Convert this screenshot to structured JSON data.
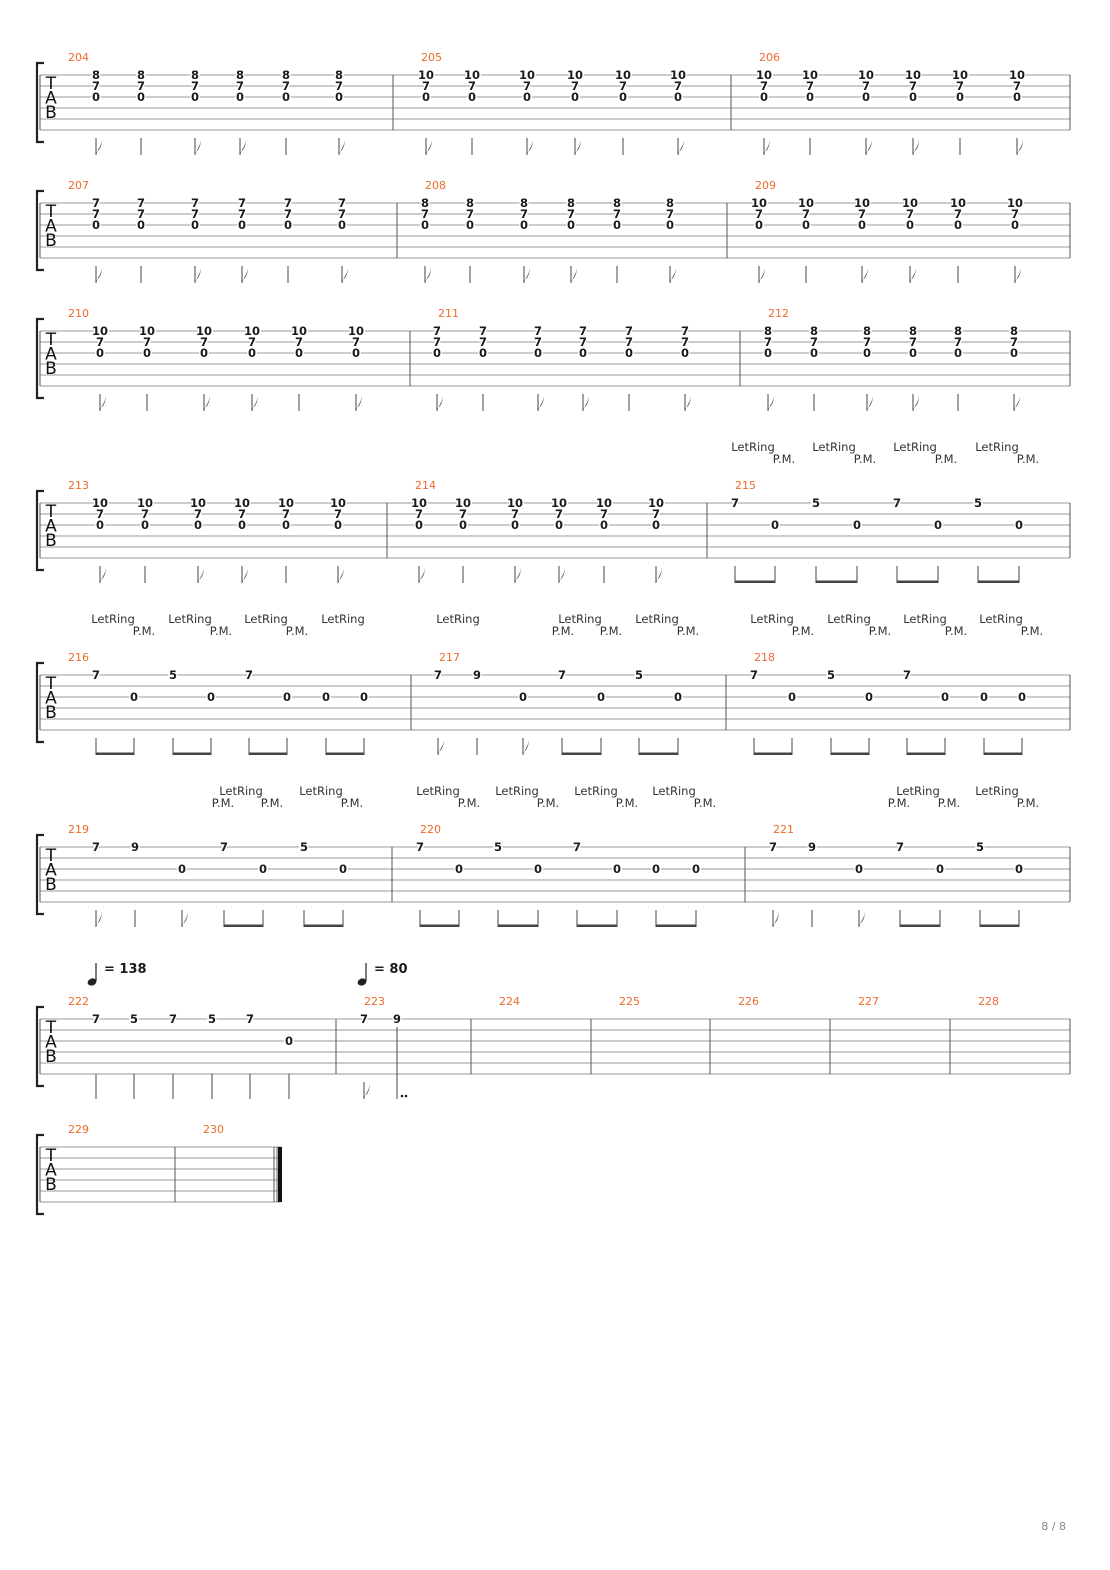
{
  "page": {
    "label": "8 / 8"
  },
  "tab_clef": [
    "T",
    "A",
    "B"
  ],
  "annotations": {
    "let_ring": "LetRing",
    "palm_mute": "P.M."
  },
  "tempos": [
    {
      "measure": 222,
      "text": "= 138"
    },
    {
      "measure": 223,
      "text": "= 80"
    }
  ],
  "systems": [
    {
      "measures": [
        {
          "number": "204",
          "notes": [
            [
              "8",
              "7",
              "0"
            ],
            [
              "8",
              "7",
              "0"
            ],
            [
              "8",
              "7",
              "0"
            ],
            [
              "8",
              "7",
              "0"
            ],
            [
              "8",
              "7",
              "0"
            ],
            [
              "8",
              "7",
              "0"
            ]
          ]
        },
        {
          "number": "205",
          "notes": [
            [
              "10",
              "7",
              "0"
            ],
            [
              "10",
              "7",
              "0"
            ],
            [
              "10",
              "7",
              "0"
            ],
            [
              "10",
              "7",
              "0"
            ],
            [
              "10",
              "7",
              "0"
            ],
            [
              "10",
              "7",
              "0"
            ]
          ]
        },
        {
          "number": "206",
          "notes": [
            [
              "10",
              "7",
              "0"
            ],
            [
              "10",
              "7",
              "0"
            ],
            [
              "10",
              "7",
              "0"
            ],
            [
              "10",
              "7",
              "0"
            ],
            [
              "10",
              "7",
              "0"
            ],
            [
              "10",
              "7",
              "0"
            ]
          ]
        }
      ]
    },
    {
      "measures": [
        {
          "number": "207",
          "notes": [
            [
              "7",
              "7",
              "0"
            ],
            [
              "7",
              "7",
              "0"
            ],
            [
              "7",
              "7",
              "0"
            ],
            [
              "7",
              "7",
              "0"
            ],
            [
              "7",
              "7",
              "0"
            ],
            [
              "7",
              "7",
              "0"
            ]
          ]
        },
        {
          "number": "208",
          "notes": [
            [
              "8",
              "7",
              "0"
            ],
            [
              "8",
              "7",
              "0"
            ],
            [
              "8",
              "7",
              "0"
            ],
            [
              "8",
              "7",
              "0"
            ],
            [
              "8",
              "7",
              "0"
            ],
            [
              "8",
              "7",
              "0"
            ]
          ]
        },
        {
          "number": "209",
          "notes": [
            [
              "10",
              "7",
              "0"
            ],
            [
              "10",
              "7",
              "0"
            ],
            [
              "10",
              "7",
              "0"
            ],
            [
              "10",
              "7",
              "0"
            ],
            [
              "10",
              "7",
              "0"
            ],
            [
              "10",
              "7",
              "0"
            ]
          ]
        }
      ]
    },
    {
      "measures": [
        {
          "number": "210",
          "notes": [
            [
              "10",
              "7",
              "0"
            ],
            [
              "10",
              "7",
              "0"
            ],
            [
              "10",
              "7",
              "0"
            ],
            [
              "10",
              "7",
              "0"
            ],
            [
              "10",
              "7",
              "0"
            ],
            [
              "10",
              "7",
              "0"
            ]
          ]
        },
        {
          "number": "211",
          "notes": [
            [
              "7",
              "7",
              "0"
            ],
            [
              "7",
              "7",
              "0"
            ],
            [
              "7",
              "7",
              "0"
            ],
            [
              "7",
              "7",
              "0"
            ],
            [
              "7",
              "7",
              "0"
            ],
            [
              "7",
              "7",
              "0"
            ]
          ]
        },
        {
          "number": "212",
          "notes": [
            [
              "8",
              "7",
              "0"
            ],
            [
              "8",
              "7",
              "0"
            ],
            [
              "8",
              "7",
              "0"
            ],
            [
              "8",
              "7",
              "0"
            ],
            [
              "8",
              "7",
              "0"
            ],
            [
              "8",
              "7",
              "0"
            ]
          ]
        }
      ]
    },
    {
      "measures": [
        {
          "number": "213",
          "notes": [
            [
              "10",
              "7",
              "0"
            ],
            [
              "10",
              "7",
              "0"
            ],
            [
              "10",
              "7",
              "0"
            ],
            [
              "10",
              "7",
              "0"
            ],
            [
              "10",
              "7",
              "0"
            ],
            [
              "10",
              "7",
              "0"
            ]
          ]
        },
        {
          "number": "214",
          "notes": [
            [
              "10",
              "7",
              "0"
            ],
            [
              "10",
              "7",
              "0"
            ],
            [
              "10",
              "7",
              "0"
            ],
            [
              "10",
              "7",
              "0"
            ],
            [
              "10",
              "7",
              "0"
            ],
            [
              "10",
              "7",
              "0"
            ]
          ]
        },
        {
          "number": "215",
          "notes": [
            [
              "7"
            ],
            [
              "0"
            ],
            [
              "5"
            ],
            [
              "0"
            ],
            [
              "7"
            ],
            [
              "0"
            ],
            [
              "5"
            ],
            [
              "0"
            ]
          ]
        }
      ]
    },
    {
      "measures": [
        {
          "number": "216",
          "notes": [
            [
              "7"
            ],
            [
              "0"
            ],
            [
              "5"
            ],
            [
              "0"
            ],
            [
              "7"
            ],
            [
              "0"
            ],
            [
              "0"
            ],
            [
              "0"
            ]
          ]
        },
        {
          "number": "217",
          "notes": [
            [
              "7"
            ],
            [
              "9"
            ],
            [
              "0"
            ],
            [
              "7"
            ],
            [
              "0"
            ],
            [
              "5"
            ],
            [
              "0"
            ]
          ]
        },
        {
          "number": "218",
          "notes": [
            [
              "7"
            ],
            [
              "0"
            ],
            [
              "5"
            ],
            [
              "0"
            ],
            [
              "7"
            ],
            [
              "0"
            ],
            [
              "0"
            ],
            [
              "0"
            ]
          ]
        }
      ]
    },
    {
      "measures": [
        {
          "number": "219",
          "notes": [
            [
              "7"
            ],
            [
              "9"
            ],
            [
              "0"
            ],
            [
              "7"
            ],
            [
              "0"
            ],
            [
              "5"
            ],
            [
              "0"
            ]
          ]
        },
        {
          "number": "220",
          "notes": [
            [
              "7"
            ],
            [
              "0"
            ],
            [
              "5"
            ],
            [
              "0"
            ],
            [
              "7"
            ],
            [
              "0"
            ],
            [
              "0"
            ],
            [
              "0"
            ]
          ]
        },
        {
          "number": "221",
          "notes": [
            [
              "7"
            ],
            [
              "9"
            ],
            [
              "0"
            ],
            [
              "7"
            ],
            [
              "0"
            ],
            [
              "5"
            ],
            [
              "0"
            ]
          ]
        }
      ]
    },
    {
      "measures": [
        {
          "number": "222",
          "notes": [
            [
              "7"
            ],
            [
              "5"
            ],
            [
              "7"
            ],
            [
              "5"
            ],
            [
              "7"
            ],
            [
              "0"
            ]
          ]
        },
        {
          "number": "223",
          "notes": [
            [
              "7"
            ],
            [
              "9"
            ]
          ]
        },
        {
          "number": "224",
          "notes": []
        },
        {
          "number": "225",
          "notes": []
        },
        {
          "number": "226",
          "notes": []
        },
        {
          "number": "227",
          "notes": []
        },
        {
          "number": "228",
          "notes": []
        }
      ]
    },
    {
      "measures": [
        {
          "number": "229",
          "notes": []
        },
        {
          "number": "230",
          "notes": []
        }
      ]
    }
  ]
}
